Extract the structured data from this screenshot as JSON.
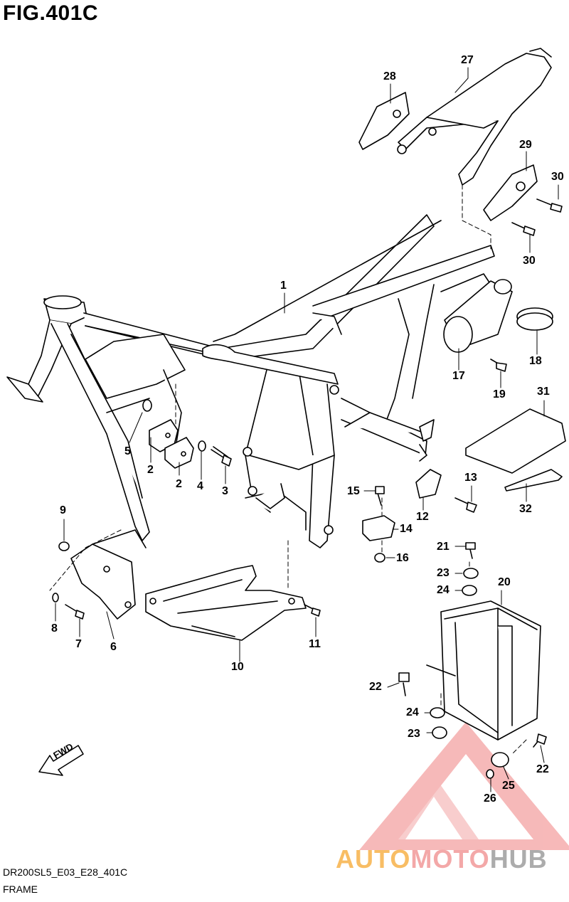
{
  "figure": {
    "title": "FIG.401C",
    "code": "DR200SL5_E03_E28_401C",
    "name": "FRAME"
  },
  "direction_label": "FWD",
  "watermark": {
    "part1": "AUTO",
    "part2": "MOTO",
    "part3": "HUB",
    "color_orange": "#f7b24a",
    "color_red": "#f08080",
    "color_gray": "#9e9e9e"
  },
  "callouts": [
    {
      "id": "c1",
      "text": "1"
    },
    {
      "id": "c2a",
      "text": "2"
    },
    {
      "id": "c2b",
      "text": "2"
    },
    {
      "id": "c3",
      "text": "3"
    },
    {
      "id": "c4",
      "text": "4"
    },
    {
      "id": "c5",
      "text": "5"
    },
    {
      "id": "c6",
      "text": "6"
    },
    {
      "id": "c7",
      "text": "7"
    },
    {
      "id": "c8",
      "text": "8"
    },
    {
      "id": "c9",
      "text": "9"
    },
    {
      "id": "c10",
      "text": "10"
    },
    {
      "id": "c11",
      "text": "11"
    },
    {
      "id": "c12",
      "text": "12"
    },
    {
      "id": "c13",
      "text": "13"
    },
    {
      "id": "c14",
      "text": "14"
    },
    {
      "id": "c15",
      "text": "15"
    },
    {
      "id": "c16",
      "text": "16"
    },
    {
      "id": "c17",
      "text": "17"
    },
    {
      "id": "c18",
      "text": "18"
    },
    {
      "id": "c19",
      "text": "19"
    },
    {
      "id": "c20",
      "text": "20"
    },
    {
      "id": "c21",
      "text": "21"
    },
    {
      "id": "c22a",
      "text": "22"
    },
    {
      "id": "c22b",
      "text": "22"
    },
    {
      "id": "c23a",
      "text": "23"
    },
    {
      "id": "c23b",
      "text": "23"
    },
    {
      "id": "c24a",
      "text": "24"
    },
    {
      "id": "c24b",
      "text": "24"
    },
    {
      "id": "c25",
      "text": "25"
    },
    {
      "id": "c26",
      "text": "26"
    },
    {
      "id": "c27",
      "text": "27"
    },
    {
      "id": "c28",
      "text": "28"
    },
    {
      "id": "c29",
      "text": "29"
    },
    {
      "id": "c30a",
      "text": "30"
    },
    {
      "id": "c30b",
      "text": "30"
    },
    {
      "id": "c31",
      "text": "31"
    },
    {
      "id": "c32",
      "text": "32"
    }
  ]
}
